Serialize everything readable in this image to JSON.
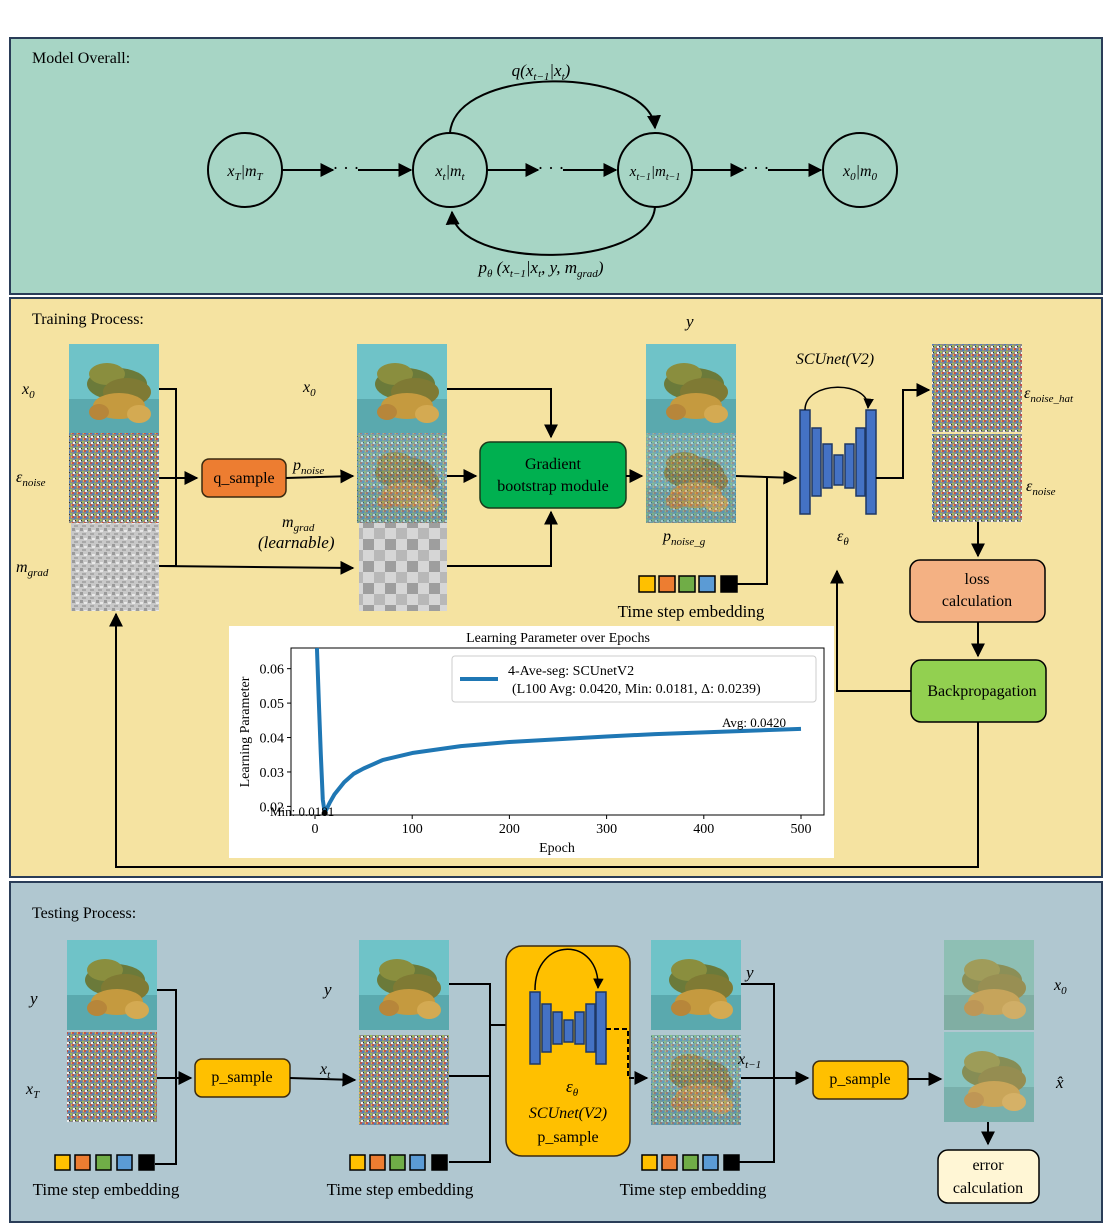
{
  "colors": {
    "model_bg": "#a7d5c5",
    "train_bg": "#f5e3a1",
    "test_bg": "#b0c7d0",
    "border": "#2a3d58",
    "q_sample": "#ed7d31",
    "gradient_module": "#00b050",
    "loss": "#f4b183",
    "backprop": "#92d050",
    "p_sample": "#ffc000",
    "unet": "#4472c4",
    "embed_colors": [
      "#ffc000",
      "#ed7d31",
      "#70ad47",
      "#5b9bd5",
      "#000000"
    ]
  },
  "model": {
    "title": "Model Overall:",
    "node_xT": "x",
    "node_xT_sub": "T",
    "node_mT": "m",
    "node_mT_sub": "T",
    "node_xt": "x",
    "node_xt_sub": "t",
    "node_mt": "m",
    "node_mt_sub": "t",
    "node_xt1": "x",
    "node_xt1_sub": "t−1",
    "node_mt1": "m",
    "node_mt1_sub": "t−1",
    "node_x0": "x",
    "node_x0_sub": "0",
    "node_m0": "m",
    "node_m0_sub": "0",
    "dots": "· · ·",
    "q_label": "q(x",
    "q_sub1": "t−1",
    "q_mid": "|x",
    "q_sub2": "t",
    "q_end": ")",
    "p_label": "p",
    "p_sub": "θ",
    "p_open": " (x",
    "p_sub1": "t−1",
    "p_mid": "|x",
    "p_sub2": "t",
    "p_rest": ", y, m",
    "p_sub3": "grad",
    "p_end": ")"
  },
  "training": {
    "title": "Training Process:",
    "x0_left": "x",
    "x0_left_sub": "0",
    "eps_noise_left": "ε",
    "eps_noise_left_sub": "noise",
    "m_grad_left": "m",
    "m_grad_left_sub": "grad",
    "q_sample": "q_sample",
    "p_noise": "p",
    "p_noise_sub": "noise",
    "x0_mid": "x",
    "x0_mid_sub": "0",
    "m_grad_mid": "m",
    "m_grad_mid_sub": "grad",
    "learnable": "(learnable)",
    "gradient_line1": "Gradient",
    "gradient_line2": "bootstrap module",
    "y_label": "y",
    "p_noise_g": "p",
    "p_noise_g_sub": "noise_g",
    "scunet": "SCUnet(V2)",
    "eps_theta": "ε",
    "eps_theta_sub": "θ",
    "eps_noise_hat": "ε",
    "eps_noise_hat_sub": "noise_hat",
    "eps_noise_right": "ε",
    "eps_noise_right_sub": "noise",
    "time_step": "Time step embedding",
    "loss_line1": "loss",
    "loss_line2": "calculation",
    "backprop": "Backpropagation"
  },
  "testing": {
    "title": "Testing Process:",
    "y_left": "y",
    "xT_left": "x",
    "xT_left_sub": "T",
    "p_sample1": "p_sample",
    "xt_label": "x",
    "xt_label_sub": "t",
    "y_mid": "y",
    "eps_theta": "ε",
    "eps_theta_sub": "θ",
    "scunet": "SCUnet(V2)",
    "p_sample_inner": "p_sample",
    "y_right": "y",
    "xt1_label": "x",
    "xt1_label_sub": "t−1",
    "p_sample2": "p_sample",
    "x0_right": "x",
    "x0_right_sub": "0",
    "xhat": "x̂",
    "error_line1": "error",
    "error_line2": "calculation",
    "time_step1": "Time step embedding",
    "time_step2": "Time step embedding",
    "time_step3": "Time step embedding"
  },
  "chart_data": {
    "type": "line",
    "title": "Learning Parameter over Epochs",
    "xlabel": "Epoch",
    "ylabel": "Learning Parameter",
    "xlim": [
      0,
      500
    ],
    "ylim": [
      0.0175,
      0.066
    ],
    "xticks": [
      0,
      100,
      200,
      300,
      400,
      500
    ],
    "xtick_labels": [
      "0",
      "100",
      "200",
      "300",
      "400",
      "500"
    ],
    "yticks": [
      0.02,
      0.03,
      0.04,
      0.05,
      0.06
    ],
    "ytick_labels": [
      "0.02",
      "0.03",
      "0.04",
      "0.05",
      "0.06"
    ],
    "grid": false,
    "legend_position": "top-right",
    "series": [
      {
        "name": "4-Ave-seg: SCUnetV2",
        "color": "#1f77b4",
        "x": [
          2,
          4,
          6,
          8,
          10,
          15,
          20,
          30,
          40,
          50,
          70,
          100,
          150,
          200,
          250,
          300,
          350,
          400,
          450,
          500
        ],
        "y": [
          0.066,
          0.05,
          0.035,
          0.022,
          0.0181,
          0.021,
          0.0235,
          0.027,
          0.0295,
          0.031,
          0.0335,
          0.0355,
          0.0375,
          0.0387,
          0.0395,
          0.0403,
          0.041,
          0.0415,
          0.042,
          0.0425
        ]
      }
    ],
    "legend_line1": "4-Ave-seg: SCUnetV2",
    "legend_line2": "(L100 Avg: 0.0420, Min: 0.0181, Δ: 0.0239)",
    "annotation_min": "Min: 0.0181",
    "annotation_avg": "Avg: 0.0420"
  }
}
